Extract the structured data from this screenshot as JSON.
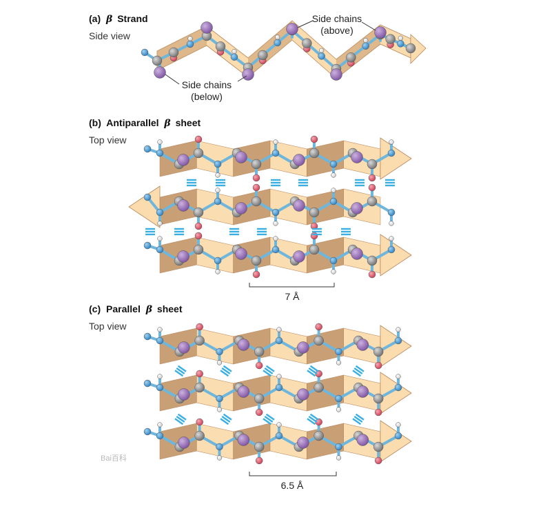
{
  "panels": [
    {
      "id": "a",
      "letter": "(a)",
      "greek": "β",
      "title": "Strand",
      "view": "Side view",
      "callouts": {
        "above": [
          "Side chains",
          "(above)"
        ],
        "below": [
          "Side chains",
          "(below)"
        ]
      }
    },
    {
      "id": "b",
      "letter": "(b)",
      "title_pre": "Antiparallel",
      "greek": "β",
      "title_post": "sheet",
      "view": "Top view",
      "dimension": "7 Å",
      "strand_directions": [
        "right",
        "left",
        "right"
      ]
    },
    {
      "id": "c",
      "letter": "(c)",
      "title_pre": "Parallel",
      "greek": "β",
      "title_post": "sheet",
      "view": "Top view",
      "dimension": "6.5 Å",
      "strand_directions": [
        "right",
        "right",
        "right"
      ]
    }
  ],
  "colors": {
    "ribbon_light": "#fbdcae",
    "ribbon_dark": "#c79a6e",
    "ribbon_edge": "#b7865b",
    "backbone": "#6fb6dc",
    "carbon": "#8c8c8c",
    "nitrogen": "#3a8fd0",
    "oxygen": "#e0566a",
    "hydrogen": "#ffffff",
    "side_chain": "#9b72b8",
    "hbond": "#3ab0e2"
  },
  "watermark": "Bai百科"
}
